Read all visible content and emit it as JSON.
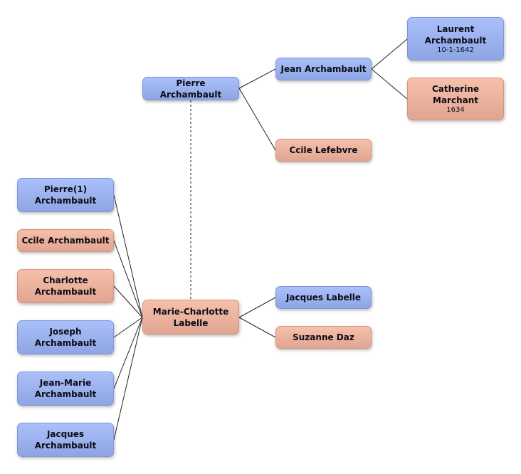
{
  "people": {
    "pierre": {
      "name": "Pierre Archambault",
      "date": ""
    },
    "jean": {
      "name": "Jean Archambault",
      "date": ""
    },
    "laurent": {
      "name": "Laurent Archambault",
      "date": "10-1-1642"
    },
    "catherine": {
      "name": "Catherine Marchant",
      "date": "1634"
    },
    "ccile_lefebvre": {
      "name": "Ccile Lefebvre",
      "date": ""
    },
    "pierre1": {
      "name": "Pierre(1) Archambault",
      "date": ""
    },
    "ccile_archambault": {
      "name": "Ccile Archambault",
      "date": ""
    },
    "charlotte": {
      "name": "Charlotte Archambault",
      "date": ""
    },
    "joseph": {
      "name": "Joseph Archambault",
      "date": ""
    },
    "jean_marie": {
      "name": "Jean-Marie Archambault",
      "date": ""
    },
    "jacques_a": {
      "name": "Jacques Archambault",
      "date": ""
    },
    "marie_charlotte": {
      "name": "Marie-Charlotte Labelle",
      "date": ""
    },
    "jacques_labelle": {
      "name": "Jacques Labelle",
      "date": ""
    },
    "suzanne": {
      "name": "Suzanne Daz",
      "date": ""
    }
  },
  "colors": {
    "male": "#9cb3f0",
    "female": "#eeb49f",
    "line": "#222222",
    "spouse_link": "#666666"
  }
}
